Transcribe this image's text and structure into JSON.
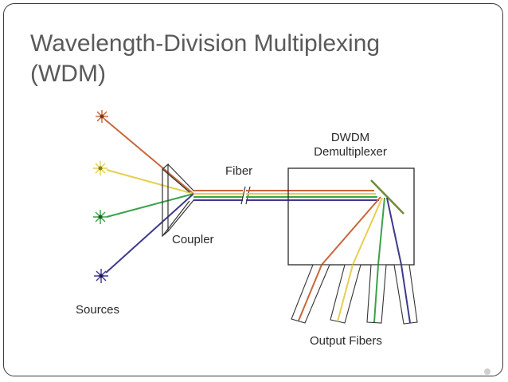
{
  "slide": {
    "title_line1": "Wavelength-Division Multiplexing",
    "title_line2": "(WDM)"
  },
  "diagram": {
    "labels": {
      "fiber": "Fiber",
      "demux_line1": "DWDM",
      "demux_line2": "Demultiplexer",
      "coupler": "Coupler",
      "sources": "Sources",
      "output_fibers": "Output Fibers"
    },
    "colors": {
      "orange": "#c8663a",
      "yellow": "#e6cf50",
      "green": "#3aa24a",
      "blue": "#3d3a8c",
      "prism": "#6f8a3a"
    }
  }
}
